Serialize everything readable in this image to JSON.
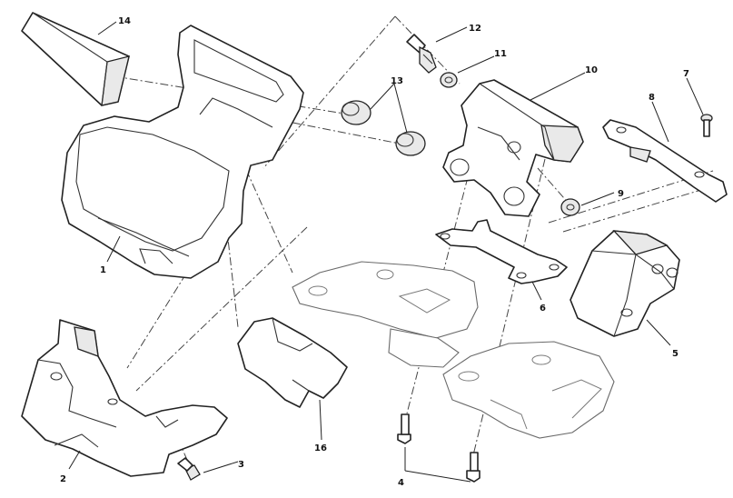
{
  "callouts": {
    "c1": "1",
    "c2": "2",
    "c3": "3",
    "c4": "4",
    "c5": "5",
    "c6": "6",
    "c7": "7",
    "c8": "8",
    "c9": "9",
    "c10": "10",
    "c11": "11",
    "c12": "12",
    "c13": "13",
    "c14": "14",
    "c16": "16"
  }
}
